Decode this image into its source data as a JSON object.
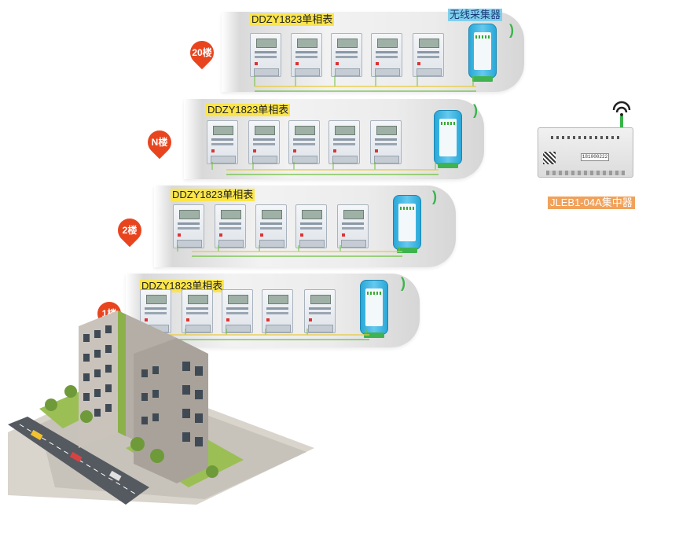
{
  "floors": [
    {
      "id": "f20",
      "pin": "20楼",
      "meter_label": "DDZY1823单相表",
      "collector_label": "无线采集器"
    },
    {
      "id": "fN",
      "pin": "N楼",
      "meter_label": "DDZY1823单相表",
      "collector_label": ""
    },
    {
      "id": "f2",
      "pin": "2楼",
      "meter_label": "DDZY1823单相表",
      "collector_label": ""
    },
    {
      "id": "f1",
      "pin": "1楼",
      "meter_label": "DDZY1823单相表",
      "collector_label": ""
    }
  ],
  "concentrator": {
    "label": "JLEB1-04A集中器",
    "serial": "181000222"
  },
  "colors": {
    "pin": "#e8451f",
    "meter_label_bg": "#fbe54a",
    "collector_label_bg": "#7fd0ec",
    "concentrator_label_bg": "#f1a15a",
    "wire_yellow": "#e8c93a",
    "wire_green": "#6bbf3a",
    "signal": "#39b54a"
  }
}
